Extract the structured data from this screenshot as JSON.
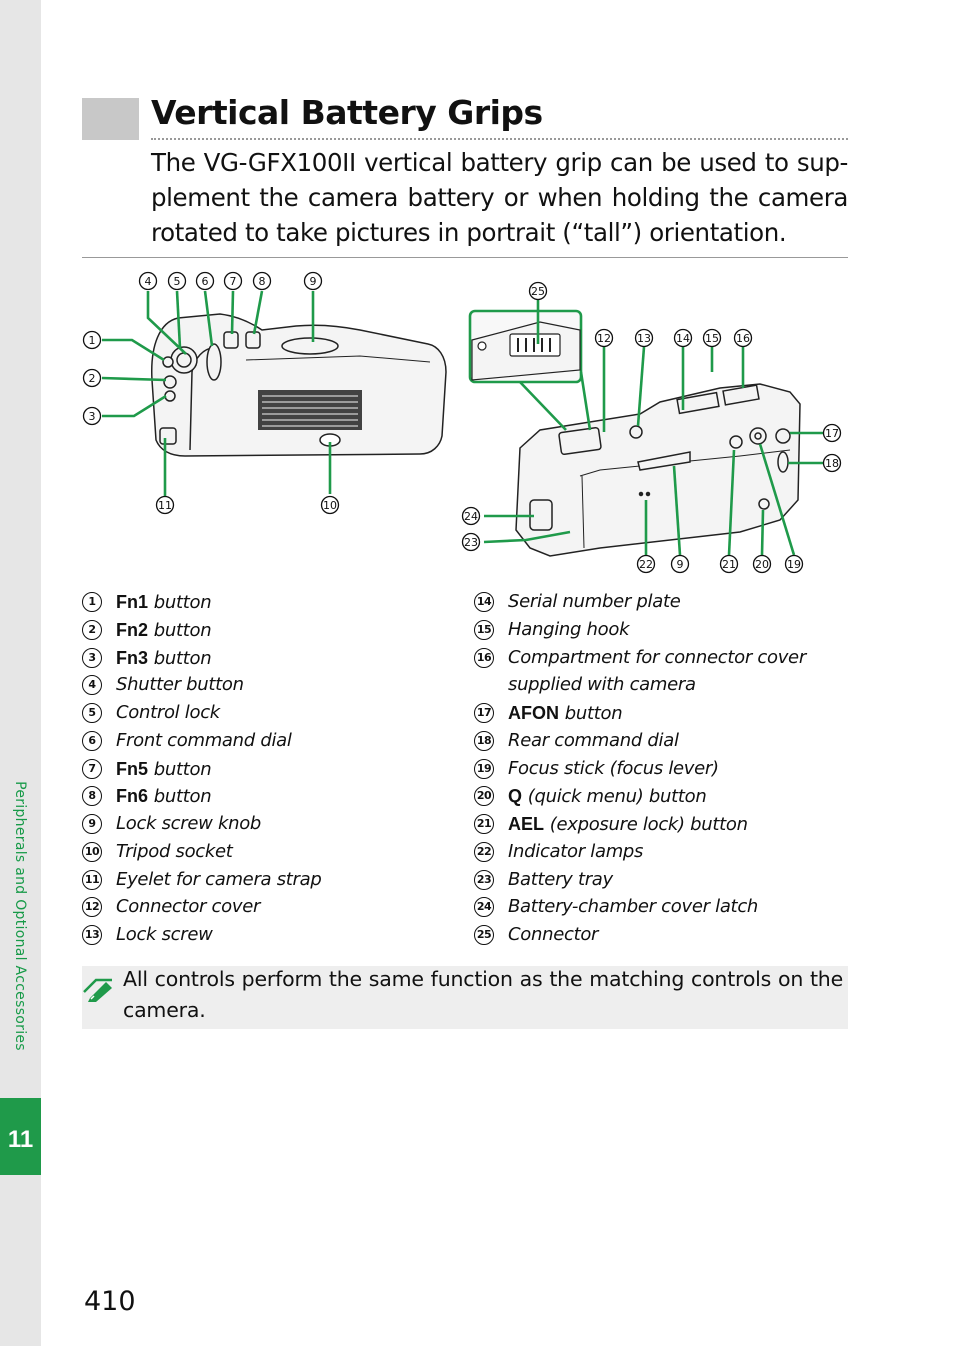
{
  "sidebar": {
    "section_label": "Peripherals and Optional Accessories",
    "chapter_number": "11"
  },
  "page_number": "410",
  "heading": "Vertical Battery Grips",
  "intro": "The VG-GFX100II vertical battery grip can be used to sup-plement the camera battery or when holding the camera rotated to take pictures in portrait (“tall”) orientation.",
  "callouts_left": [
    "4",
    "5",
    "6",
    "7",
    "8",
    "9",
    "1",
    "2",
    "3",
    "11",
    "10"
  ],
  "callouts_right": [
    "25",
    "12",
    "13",
    "14",
    "15",
    "16",
    "17",
    "18",
    "24",
    "23",
    "22",
    "9",
    "21",
    "20",
    "19"
  ],
  "legend_left": [
    {
      "num": "1",
      "key": "Fn1",
      "desc": "button"
    },
    {
      "num": "2",
      "key": "Fn2",
      "desc": "button"
    },
    {
      "num": "3",
      "key": "Fn3",
      "desc": "button"
    },
    {
      "num": "4",
      "key": "",
      "desc": "Shutter button"
    },
    {
      "num": "5",
      "key": "",
      "desc": "Control lock"
    },
    {
      "num": "6",
      "key": "",
      "desc": "Front command dial"
    },
    {
      "num": "7",
      "key": "Fn5",
      "desc": "button"
    },
    {
      "num": "8",
      "key": "Fn6",
      "desc": "button"
    },
    {
      "num": "9",
      "key": "",
      "desc": "Lock screw knob"
    },
    {
      "num": "10",
      "key": "",
      "desc": "Tripod socket"
    },
    {
      "num": "11",
      "key": "",
      "desc": "Eyelet for camera strap"
    },
    {
      "num": "12",
      "key": "",
      "desc": "Connector cover"
    },
    {
      "num": "13",
      "key": "",
      "desc": "Lock screw"
    }
  ],
  "legend_right": [
    {
      "num": "14",
      "key": "",
      "desc": "Serial number plate"
    },
    {
      "num": "15",
      "key": "",
      "desc": "Hanging hook"
    },
    {
      "num": "16",
      "key": "",
      "desc": "Compartment for connector cover supplied with camera"
    },
    {
      "num": "17",
      "key": "AFON",
      "desc": "button"
    },
    {
      "num": "18",
      "key": "",
      "desc": "Rear command dial"
    },
    {
      "num": "19",
      "key": "",
      "desc": "Focus stick (focus lever)"
    },
    {
      "num": "20",
      "key": "Q",
      "desc": "(quick menu) button"
    },
    {
      "num": "21",
      "key": "AEL",
      "desc": "(exposure lock) button"
    },
    {
      "num": "22",
      "key": "",
      "desc": "Indicator lamps"
    },
    {
      "num": "23",
      "key": "",
      "desc": "Battery tray"
    },
    {
      "num": "24",
      "key": "",
      "desc": "Battery-chamber cover latch"
    },
    {
      "num": "25",
      "key": "",
      "desc": "Connector"
    }
  ],
  "note": {
    "icon": "note-pencil-icon",
    "text": "All controls perform the same function as the matching controls on the camera."
  },
  "colors": {
    "accent": "#1f9a4a",
    "callout_line": "#1f9a4a",
    "strip": "#e6e6e6",
    "note_bg": "#eeeeee"
  }
}
